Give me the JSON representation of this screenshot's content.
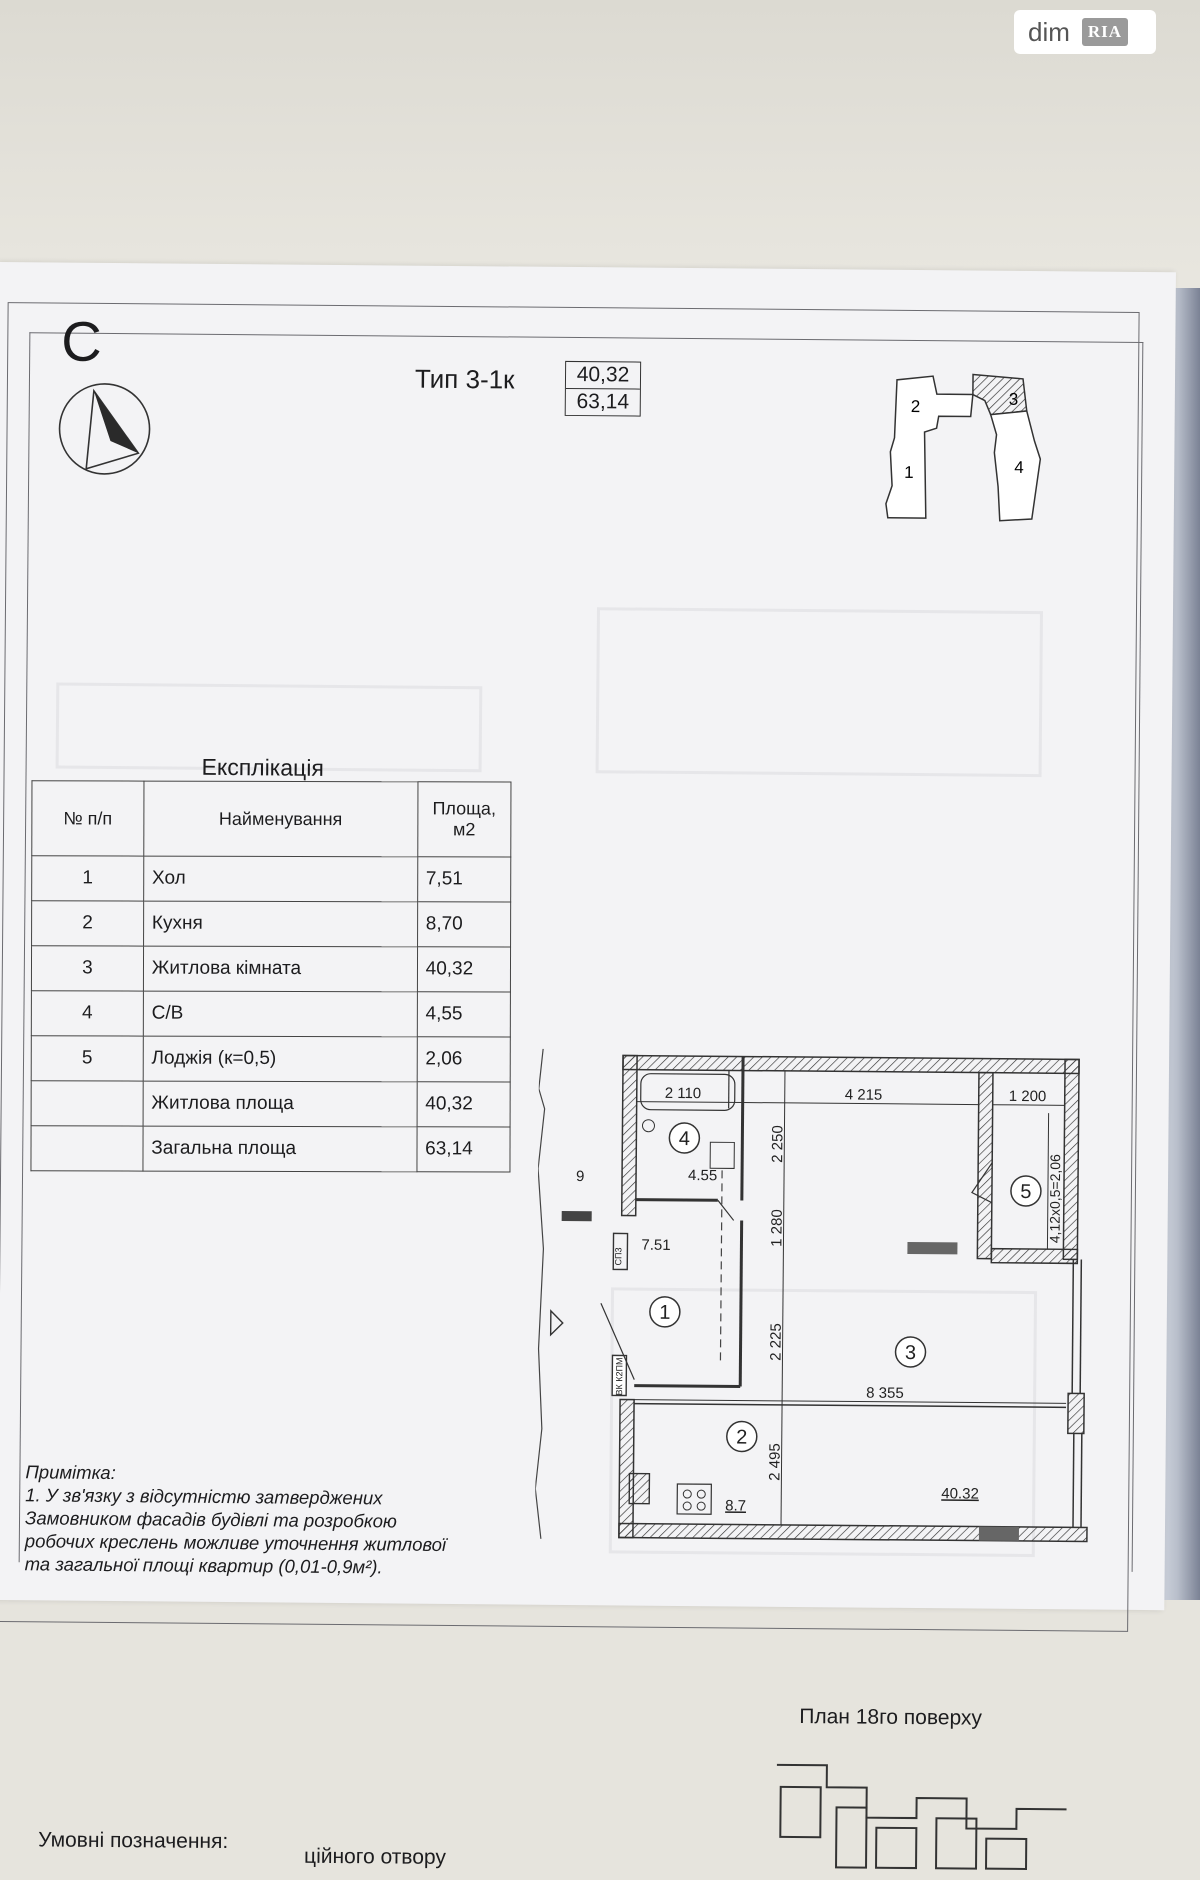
{
  "watermark": {
    "site": "dim",
    "brand": "RIA"
  },
  "sheet": {
    "letter": "С",
    "type_label": "Тип 3-1к",
    "living_area_box": "40,32",
    "total_area_box": "63,14",
    "section_key": [
      "1",
      "2",
      "3",
      "4"
    ]
  },
  "explication": {
    "title": "Експлікація",
    "headers": {
      "num": "№ п/п",
      "name": "Найменування",
      "area": "Площа, м2"
    },
    "rows": [
      {
        "num": "1",
        "name": "Хол",
        "area": "7,51"
      },
      {
        "num": "2",
        "name": "Кухня",
        "area": "8,70"
      },
      {
        "num": "3",
        "name": "Житлова кімната",
        "area": "40,32"
      },
      {
        "num": "4",
        "name": "С/В",
        "area": "4,55"
      },
      {
        "num": "5",
        "name": "Лоджія (к=0,5)",
        "area": "2,06"
      },
      {
        "num": "",
        "name": "Житлова площа",
        "area": "40,32"
      },
      {
        "num": "",
        "name": "Загальна площа",
        "area": "63,14"
      }
    ]
  },
  "note": {
    "title": "Примітка:",
    "lines": [
      "1. У зв'язку з відсутністю затверджених",
      "Замовником фасадів будівлі та розробкою",
      "робочих креслень можливе уточнення житлової",
      "та загальної площі квартир (0,01-0,9м²)."
    ]
  },
  "plan": {
    "dims": {
      "d2110": "2 110",
      "d4215": "4 215",
      "d1200": "1 200",
      "d2250": "2 250",
      "d1280": "1 280",
      "d2225": "2 225",
      "d8355": "8 355",
      "d2495": "2 495",
      "d9": "9",
      "loggia": "4,12x0,5=2,06"
    },
    "rooms": {
      "r1": "1",
      "r2": "2",
      "r3": "3",
      "r4": "4",
      "r5": "5"
    },
    "areas": {
      "a4": "4.55",
      "a1": "7.51",
      "a2": "8.7",
      "a3": "40.32"
    },
    "tags": {
      "sp": "СП3",
      "vk": "ВК К2ПМ"
    }
  },
  "floor_plan_title": "План 18го поверху",
  "legend": {
    "title": "Умовні позначення:",
    "partial": "ційного отвору"
  }
}
